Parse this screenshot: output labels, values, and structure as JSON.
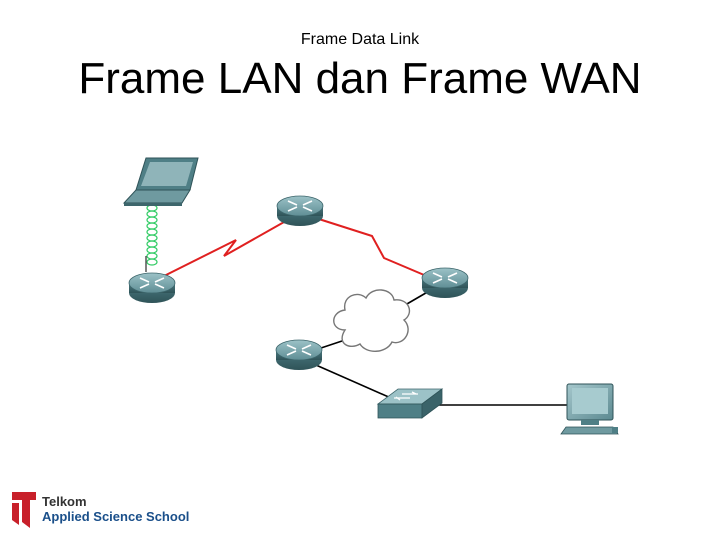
{
  "header": {
    "subtitle": "Frame Data Link",
    "title": "Frame LAN dan Frame WAN"
  },
  "logo": {
    "brand": "Telkom",
    "school": "Applied Science School"
  },
  "colors": {
    "serial_link": "#e02020",
    "ethernet_link": "#000000",
    "device": "#4f7f86",
    "logo_red": "#c8202a",
    "logo_blue": "#1a4f8a"
  },
  "devices": [
    {
      "name": "laptop-icon",
      "type": "laptop"
    },
    {
      "name": "router-icon",
      "type": "router"
    },
    {
      "name": "switch-icon",
      "type": "switch"
    },
    {
      "name": "cloud-icon",
      "type": "cloud"
    },
    {
      "name": "desktop-computer-icon",
      "type": "desktop"
    }
  ]
}
